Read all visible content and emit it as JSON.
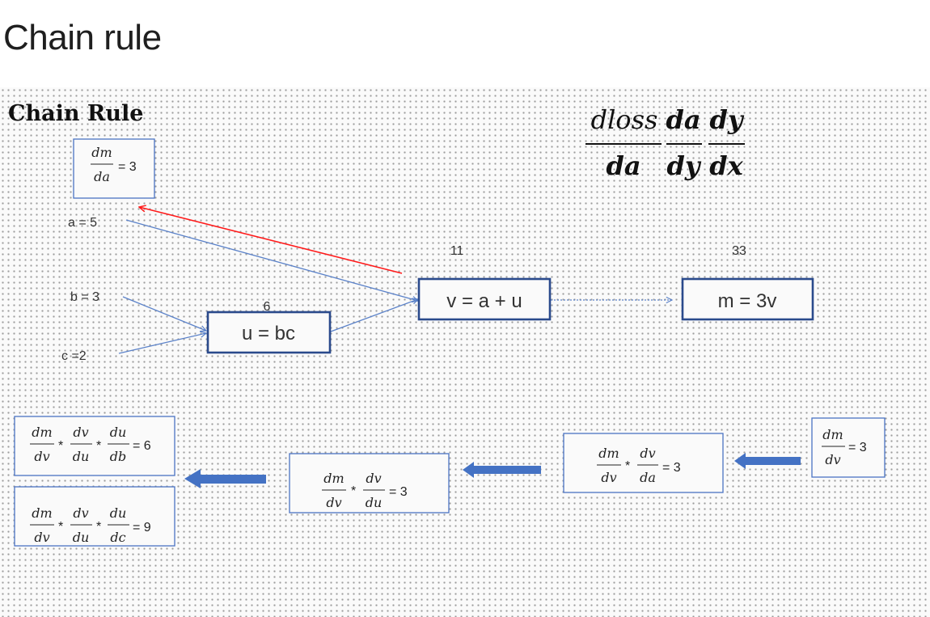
{
  "page": {
    "title": "Chain rule",
    "panel_heading": "Chain Rule"
  },
  "colors": {
    "node_border": "#2a4a8c",
    "edge": "#5b82c9",
    "gradient_edge": "#ff1a1a",
    "back_arrow": "#4472c4",
    "derivative_box_border": "#4a74c4"
  },
  "big_formula": {
    "fractions": [
      {
        "num": "dloss",
        "den": "da"
      },
      {
        "num": "da",
        "den": "dy"
      },
      {
        "num": "dy",
        "den": "dx"
      }
    ]
  },
  "graph": {
    "inputs": [
      {
        "label": "a = 5"
      },
      {
        "label": "b = 3"
      },
      {
        "label": "c =2"
      }
    ],
    "nodes": [
      {
        "label": "u = bc",
        "value": "6"
      },
      {
        "label": "v = a + u",
        "value": "11"
      },
      {
        "label": "m = 3v",
        "value": "33"
      }
    ]
  },
  "derivatives": {
    "dm_da": {
      "fractions": [
        {
          "num": "dm",
          "den": "da"
        }
      ],
      "result": "= 3"
    },
    "dm_dv": {
      "fractions": [
        {
          "num": "dm",
          "den": "dv"
        }
      ],
      "result": "= 3"
    },
    "dm_da_chain": {
      "fractions": [
        {
          "num": "dm",
          "den": "dv"
        },
        {
          "num": "dv",
          "den": "da"
        }
      ],
      "operator": "*",
      "result": "= 3"
    },
    "dm_du": {
      "fractions": [
        {
          "num": "dm",
          "den": "dv"
        },
        {
          "num": "dv",
          "den": "du"
        }
      ],
      "operator": "*",
      "result": "= 3"
    },
    "dm_db": {
      "fractions": [
        {
          "num": "dm",
          "den": "dv"
        },
        {
          "num": "dv",
          "den": "du"
        },
        {
          "num": "du",
          "den": "db"
        }
      ],
      "operator": "*",
      "result": "= 6"
    },
    "dm_dc": {
      "fractions": [
        {
          "num": "dm",
          "den": "dv"
        },
        {
          "num": "dv",
          "den": "du"
        },
        {
          "num": "du",
          "den": "dc"
        }
      ],
      "operator": "*",
      "result": "= 9"
    }
  }
}
